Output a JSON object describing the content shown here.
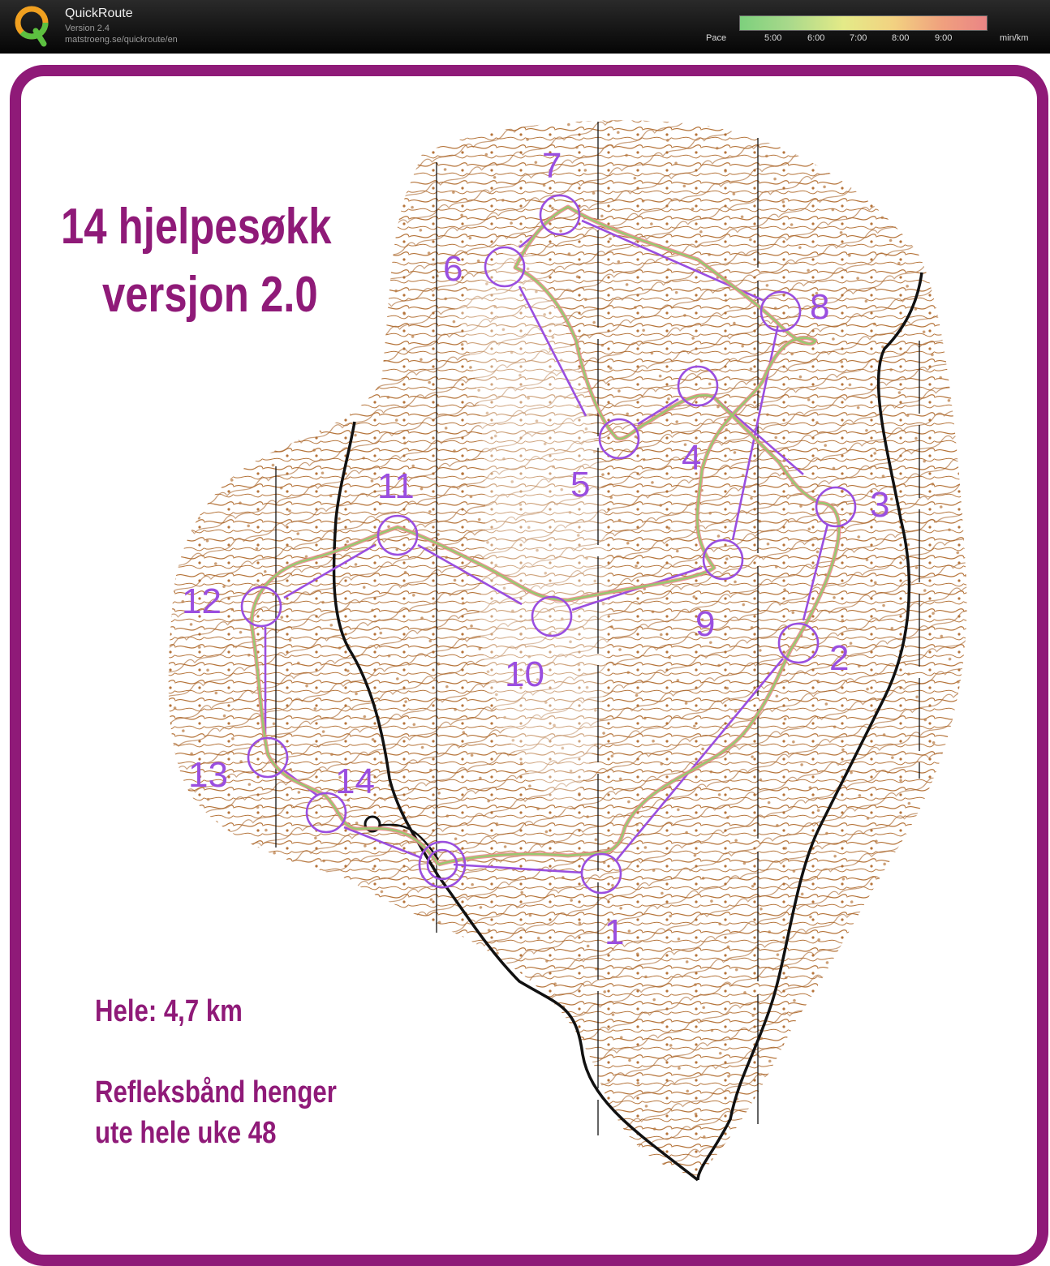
{
  "app": {
    "name": "QuickRoute",
    "version": "Version 2.4",
    "url": "matstroeng.se/quickroute/en"
  },
  "pace_legend": {
    "label": "Pace",
    "ticks": [
      "5:00",
      "6:00",
      "7:00",
      "8:00",
      "9:00"
    ],
    "unit": "min/km"
  },
  "map": {
    "title_line1": "14 hjelpesøkk",
    "title_line2": "versjon 2.0",
    "course_length": "Hele: 4,7 km",
    "note_line1": "Refleksbånd henger",
    "note_line2": "ute hele uke 48",
    "controls": [
      "1",
      "2",
      "3",
      "4",
      "5",
      "6",
      "7",
      "8",
      "9",
      "10",
      "11",
      "12",
      "13",
      "14"
    ]
  },
  "colors": {
    "frame": "#8f1a78",
    "course": "#9a4ee0",
    "contours": "#b5743a",
    "route_fast": "#7dd07d",
    "route_slow": "#ea8585"
  }
}
